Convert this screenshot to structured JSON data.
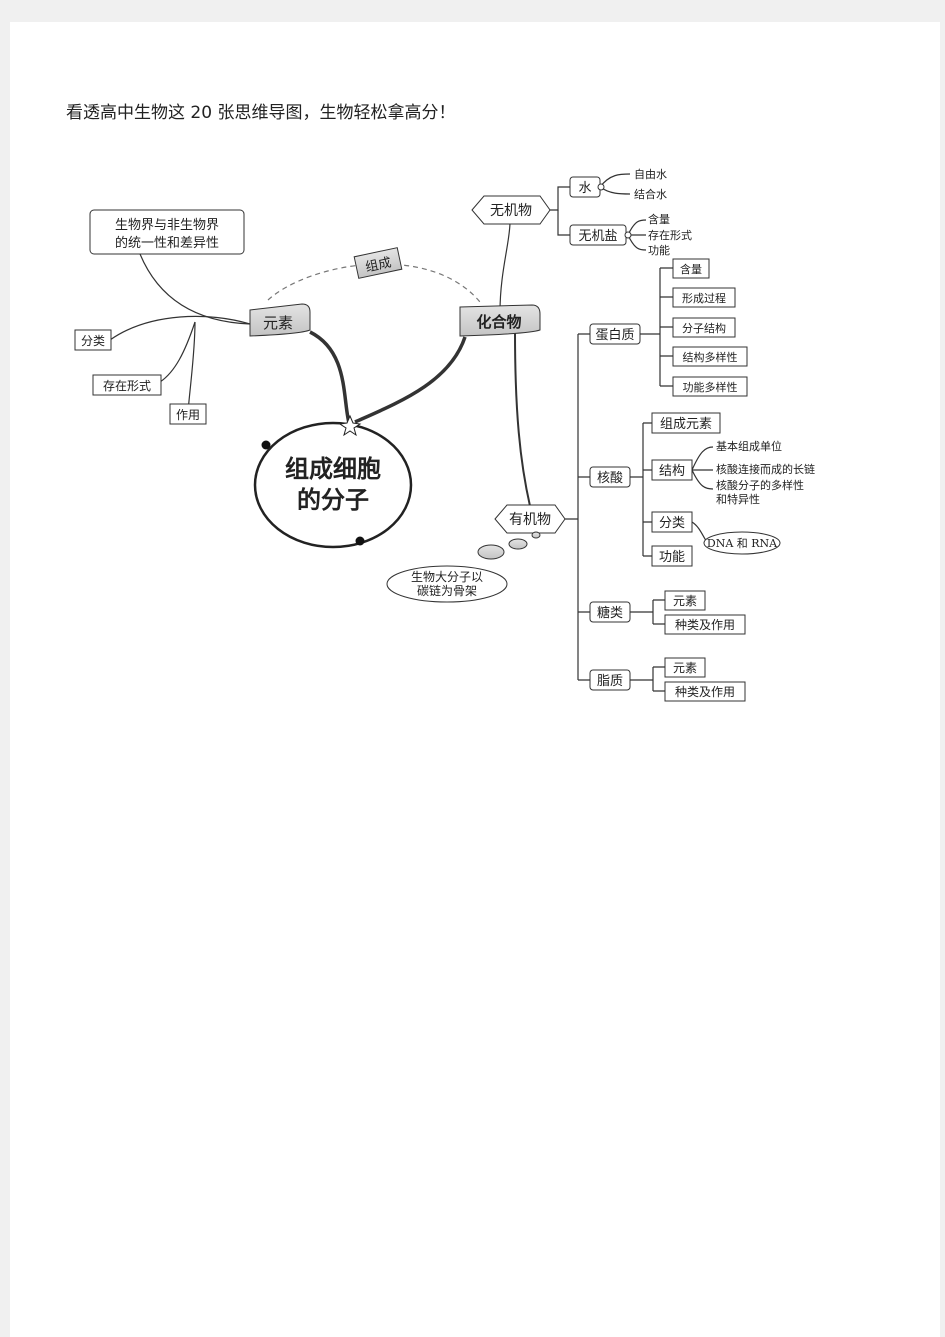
{
  "heading": "看透高中生物这 20 张思维导图，生物轻松拿高分！",
  "mindmap": {
    "center": {
      "line1": "组成细胞",
      "line2": "的分子"
    },
    "link_label": "组成",
    "yuansu": {
      "label": "元素",
      "unity_line1": "生物界与非生物界",
      "unity_line2": "的统一性和差异性",
      "classification": "分类",
      "forms": "存在形式",
      "role": "作用"
    },
    "huahewu": {
      "label": "化合物"
    },
    "wujiwu": {
      "label": "无机物",
      "water": {
        "label": "水",
        "free": "自由水",
        "bound": "结合水"
      },
      "salt": {
        "label": "无机盐",
        "content": "含量",
        "forms": "存在形式",
        "function": "功能"
      }
    },
    "youjiwu": {
      "label": "有机物",
      "carbon_line1": "生物大分子以",
      "carbon_line2": "碳链为骨架",
      "protein": {
        "label": "蛋白质",
        "content": "含量",
        "formation": "形成过程",
        "structure": "分子结构",
        "diversity": "结构多样性",
        "func_diversity": "功能多样性"
      },
      "nucleic": {
        "label": "核酸",
        "elements": "组成元素",
        "structure": "结构",
        "unit": "基本组成单位",
        "chain": "核酸连接而成的长链",
        "diversity_line1": "核酸分子的多样性",
        "diversity_line2": "和特异性",
        "classification": "分类",
        "dna_rna": "DNA 和 RNA",
        "function": "功能"
      },
      "sugar": {
        "label": "糖类",
        "elements": "元素",
        "types": "种类及作用"
      },
      "lipid": {
        "label": "脂质",
        "elements": "元素",
        "types": "种类及作用"
      }
    }
  }
}
